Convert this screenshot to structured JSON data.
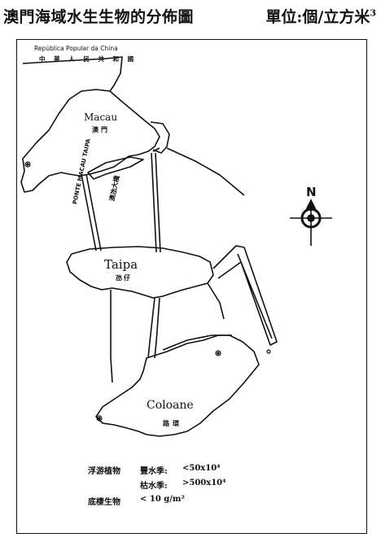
{
  "header": {
    "title": "澳門海域水生生物的分佈圖",
    "unit_label": "單位:個/立方米",
    "unit_superscript": "3"
  },
  "map": {
    "country_label_en": "República Popular da China",
    "country_label_cn": "中 華 人 民 共 和 國",
    "places": {
      "macau_en": "Macau",
      "macau_cn": "澳門",
      "taipa_en": "Taipa",
      "taipa_cn": "氹仔",
      "coloane_en": "Coloane",
      "coloane_cn": "路環"
    },
    "bridge_en": "PONTE MACAU TAIPA",
    "bridge_cn": "澳氹大橋",
    "north_label": "N"
  },
  "legend": {
    "row1_category": "浮游植物",
    "row1_season": "豐水季:",
    "row1_value": "<50x10⁴",
    "row2_season": "枯水季:",
    "row2_value": ">500x10⁴",
    "row3_category": "底棲生物",
    "row3_value": "< 10 g/m²"
  },
  "colors": {
    "ink": "#111111",
    "background": "#ffffff"
  }
}
